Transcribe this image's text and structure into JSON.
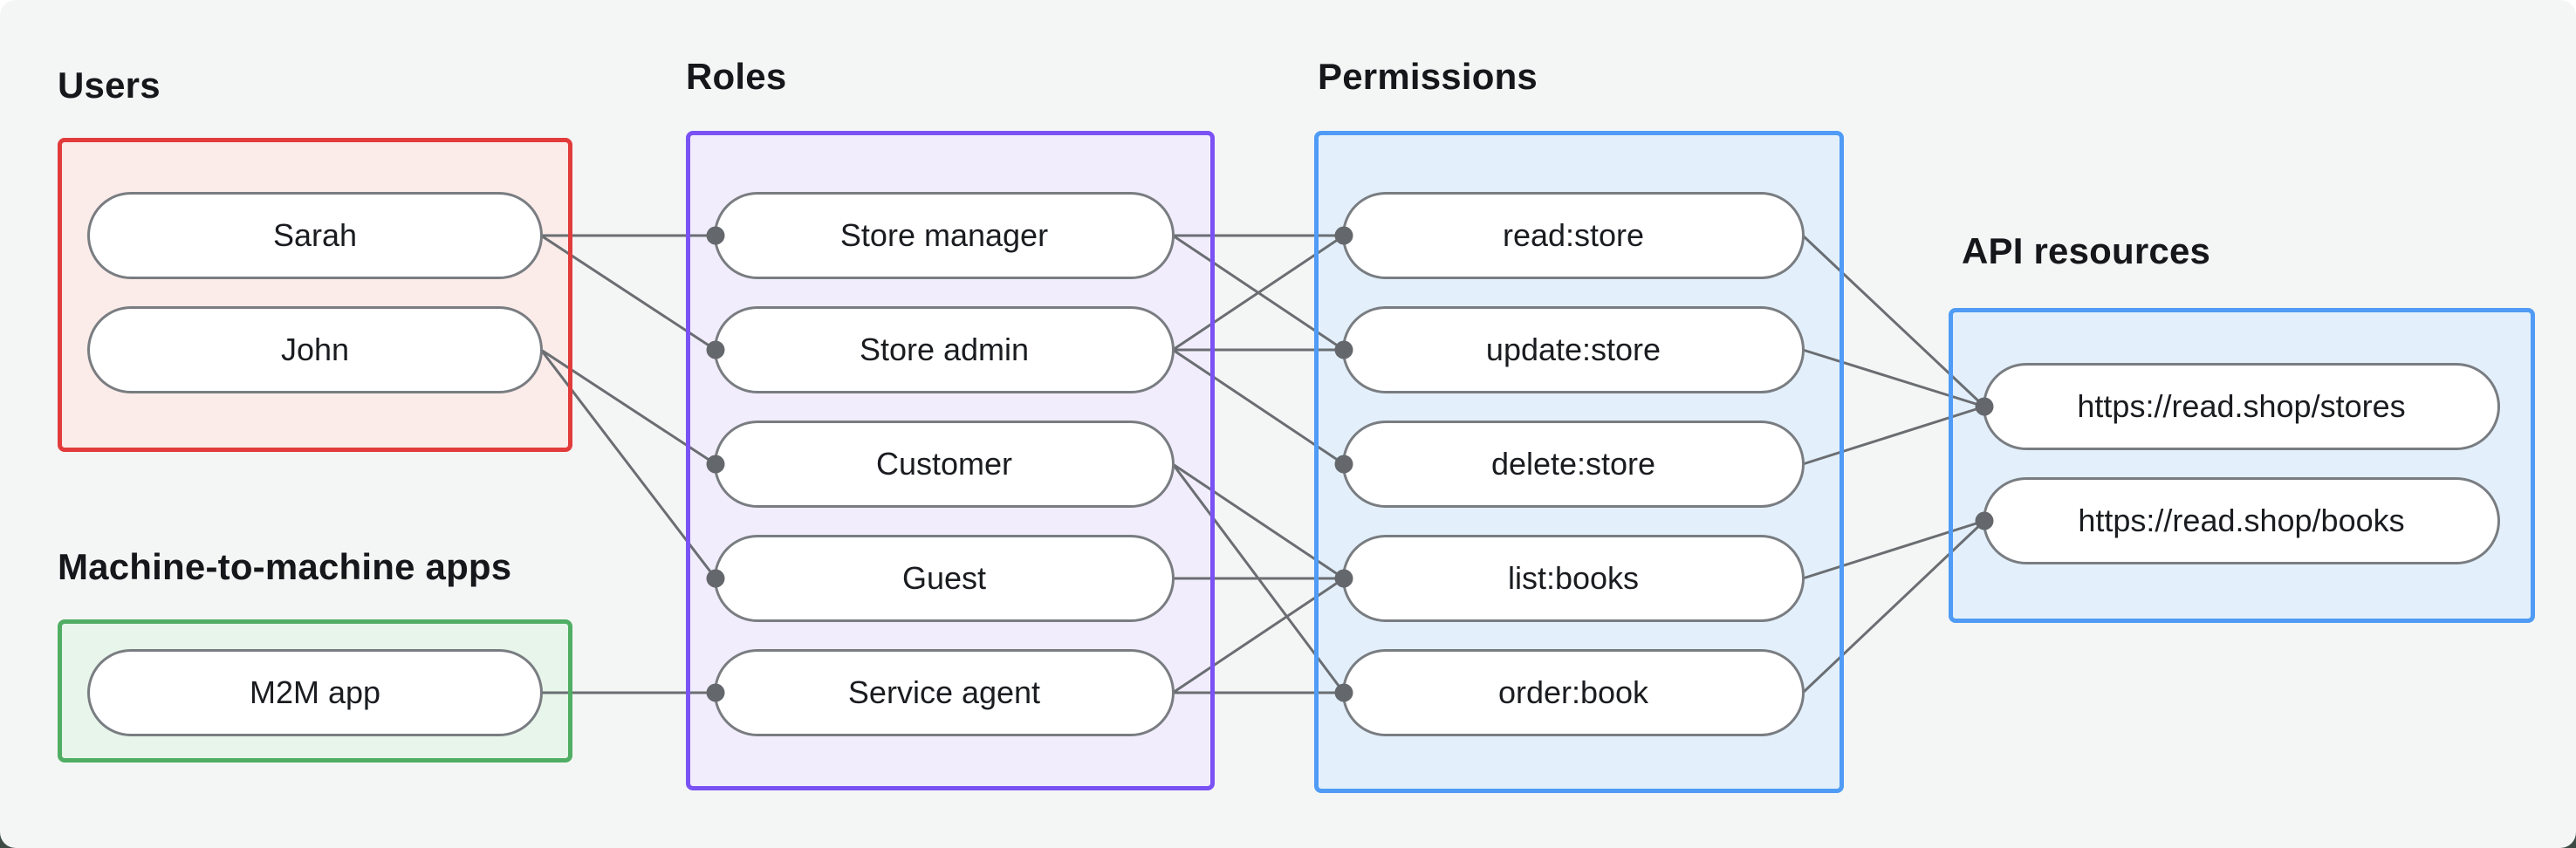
{
  "diagram": {
    "background_color": "#f4f6f5",
    "edge_color": "#6a6e72",
    "dot_color": "#64686c",
    "node_border_color": "#797d81",
    "node_fill_color": "#ffffff",
    "text_color": "#1a1c20",
    "label_color": "#15171b",
    "groups": [
      {
        "id": "users",
        "label": "Users",
        "border_color": "#e23b3b",
        "fill_color": "#fbebe9",
        "nodes": [
          {
            "id": "sarah",
            "label": "Sarah"
          },
          {
            "id": "john",
            "label": "John"
          }
        ]
      },
      {
        "id": "m2m",
        "label": "Machine-to-machine apps",
        "border_color": "#4fae63",
        "fill_color": "#e7f5ea",
        "nodes": [
          {
            "id": "m2m-app",
            "label": "M2M app"
          }
        ]
      },
      {
        "id": "roles",
        "label": "Roles",
        "border_color": "#7a52f4",
        "fill_color": "#f2edfc",
        "nodes": [
          {
            "id": "store-manager",
            "label": "Store manager"
          },
          {
            "id": "store-admin",
            "label": "Store admin"
          },
          {
            "id": "customer",
            "label": "Customer"
          },
          {
            "id": "guest",
            "label": "Guest"
          },
          {
            "id": "service-agent",
            "label": "Service agent"
          }
        ]
      },
      {
        "id": "permissions",
        "label": "Permissions",
        "border_color": "#4f9bf5",
        "fill_color": "#e3f0fc",
        "nodes": [
          {
            "id": "read-store",
            "label": "read:store"
          },
          {
            "id": "update-store",
            "label": "update:store"
          },
          {
            "id": "delete-store",
            "label": "delete:store"
          },
          {
            "id": "list-books",
            "label": "list:books"
          },
          {
            "id": "order-book",
            "label": "order:book"
          }
        ]
      },
      {
        "id": "api",
        "label": "API resources",
        "border_color": "#4f9bf5",
        "fill_color": "#e3f0fc",
        "nodes": [
          {
            "id": "stores-api",
            "label": "https://read.shop/stores"
          },
          {
            "id": "books-api",
            "label": "https://read.shop/books"
          }
        ]
      }
    ],
    "edges": [
      [
        "sarah",
        "store-manager"
      ],
      [
        "sarah",
        "store-admin"
      ],
      [
        "john",
        "customer"
      ],
      [
        "john",
        "guest"
      ],
      [
        "m2m-app",
        "service-agent"
      ],
      [
        "store-manager",
        "read-store"
      ],
      [
        "store-manager",
        "update-store"
      ],
      [
        "store-admin",
        "read-store"
      ],
      [
        "store-admin",
        "update-store"
      ],
      [
        "store-admin",
        "delete-store"
      ],
      [
        "customer",
        "list-books"
      ],
      [
        "customer",
        "order-book"
      ],
      [
        "guest",
        "list-books"
      ],
      [
        "service-agent",
        "list-books"
      ],
      [
        "service-agent",
        "order-book"
      ],
      [
        "read-store",
        "stores-api"
      ],
      [
        "update-store",
        "stores-api"
      ],
      [
        "delete-store",
        "stores-api"
      ],
      [
        "list-books",
        "books-api"
      ],
      [
        "order-book",
        "books-api"
      ]
    ]
  }
}
